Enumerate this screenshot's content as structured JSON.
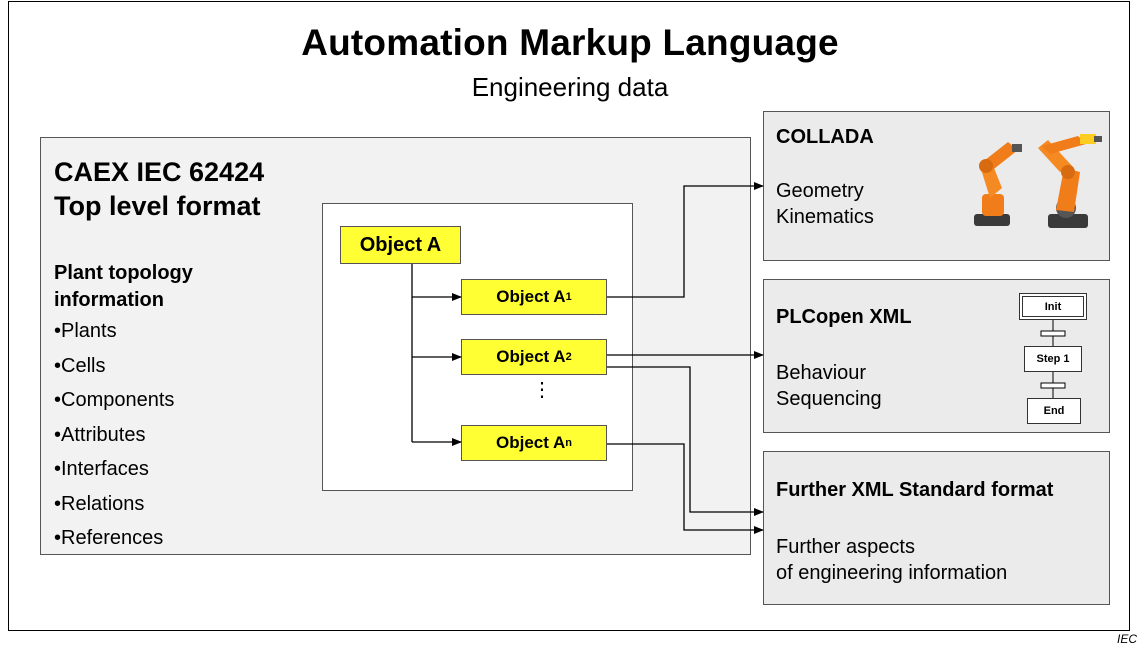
{
  "header": {
    "title": "Automation Markup Language",
    "subtitle": "Engineering data"
  },
  "caex": {
    "title_line1": "CAEX IEC 62424",
    "title_line2": "Top level format",
    "topology_line1": "Plant topology",
    "topology_line2": "information",
    "items": [
      "•Plants",
      "•Cells",
      "•Components",
      "•Attributes",
      "•Interfaces",
      "•Relations",
      "•References"
    ]
  },
  "objects": {
    "root": "Object A",
    "child_prefix": "Object A",
    "child1_sub": "1",
    "child2_sub": "2",
    "childn_sub": "n",
    "ellipsis": "⋮"
  },
  "collada": {
    "title": "COLLADA",
    "line1": "Geometry",
    "line2": "Kinematics",
    "image": "robot-arm-icon"
  },
  "plcopen": {
    "title": "PLCopen XML",
    "line1": "Behaviour",
    "line2": "Sequencing",
    "steps": [
      "Init",
      "Step 1",
      "End"
    ]
  },
  "further": {
    "title": "Further XML Standard format",
    "line1": "Further aspects",
    "line2": "of engineering information"
  },
  "footer": {
    "source": "IEC"
  },
  "colors": {
    "object_fill": "#ffff33",
    "panel_fill": "#f2f2f2",
    "right_panel_fill": "#ebebeb",
    "robot_orange": "#f07d1a"
  }
}
